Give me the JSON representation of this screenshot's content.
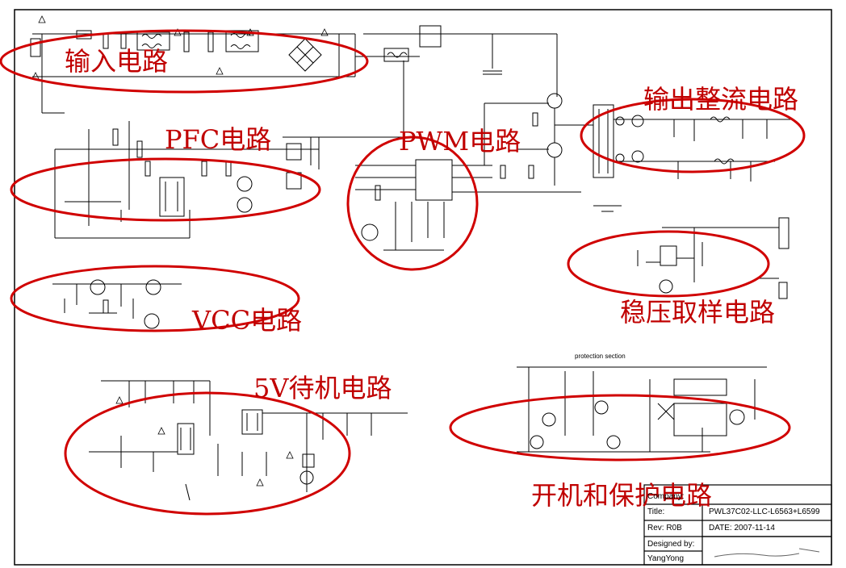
{
  "annotations": {
    "input": "输入电路",
    "pfc": "PFC电路",
    "pwm": "PWM电路",
    "output_rectifier": "输出整流电路",
    "regulation_sampling": "稳压取样电路",
    "vcc": "VCC电路",
    "standby_5v": "5V待机电路",
    "power_on_protection": "开机和保护电路"
  },
  "protection_section_label": "protection section",
  "title_block": {
    "company": "Company:",
    "title_label": "Title:",
    "title_value": "PWL37C02-LLC-L6563+L6599",
    "rev": "Rev: R0B",
    "date": "DATE: 2007-11-14",
    "designed_by": "Designed by:",
    "designer": "YangYong"
  },
  "colors": {
    "annotation": "#c00000",
    "ellipse": "#d00000",
    "line": "#000000"
  }
}
